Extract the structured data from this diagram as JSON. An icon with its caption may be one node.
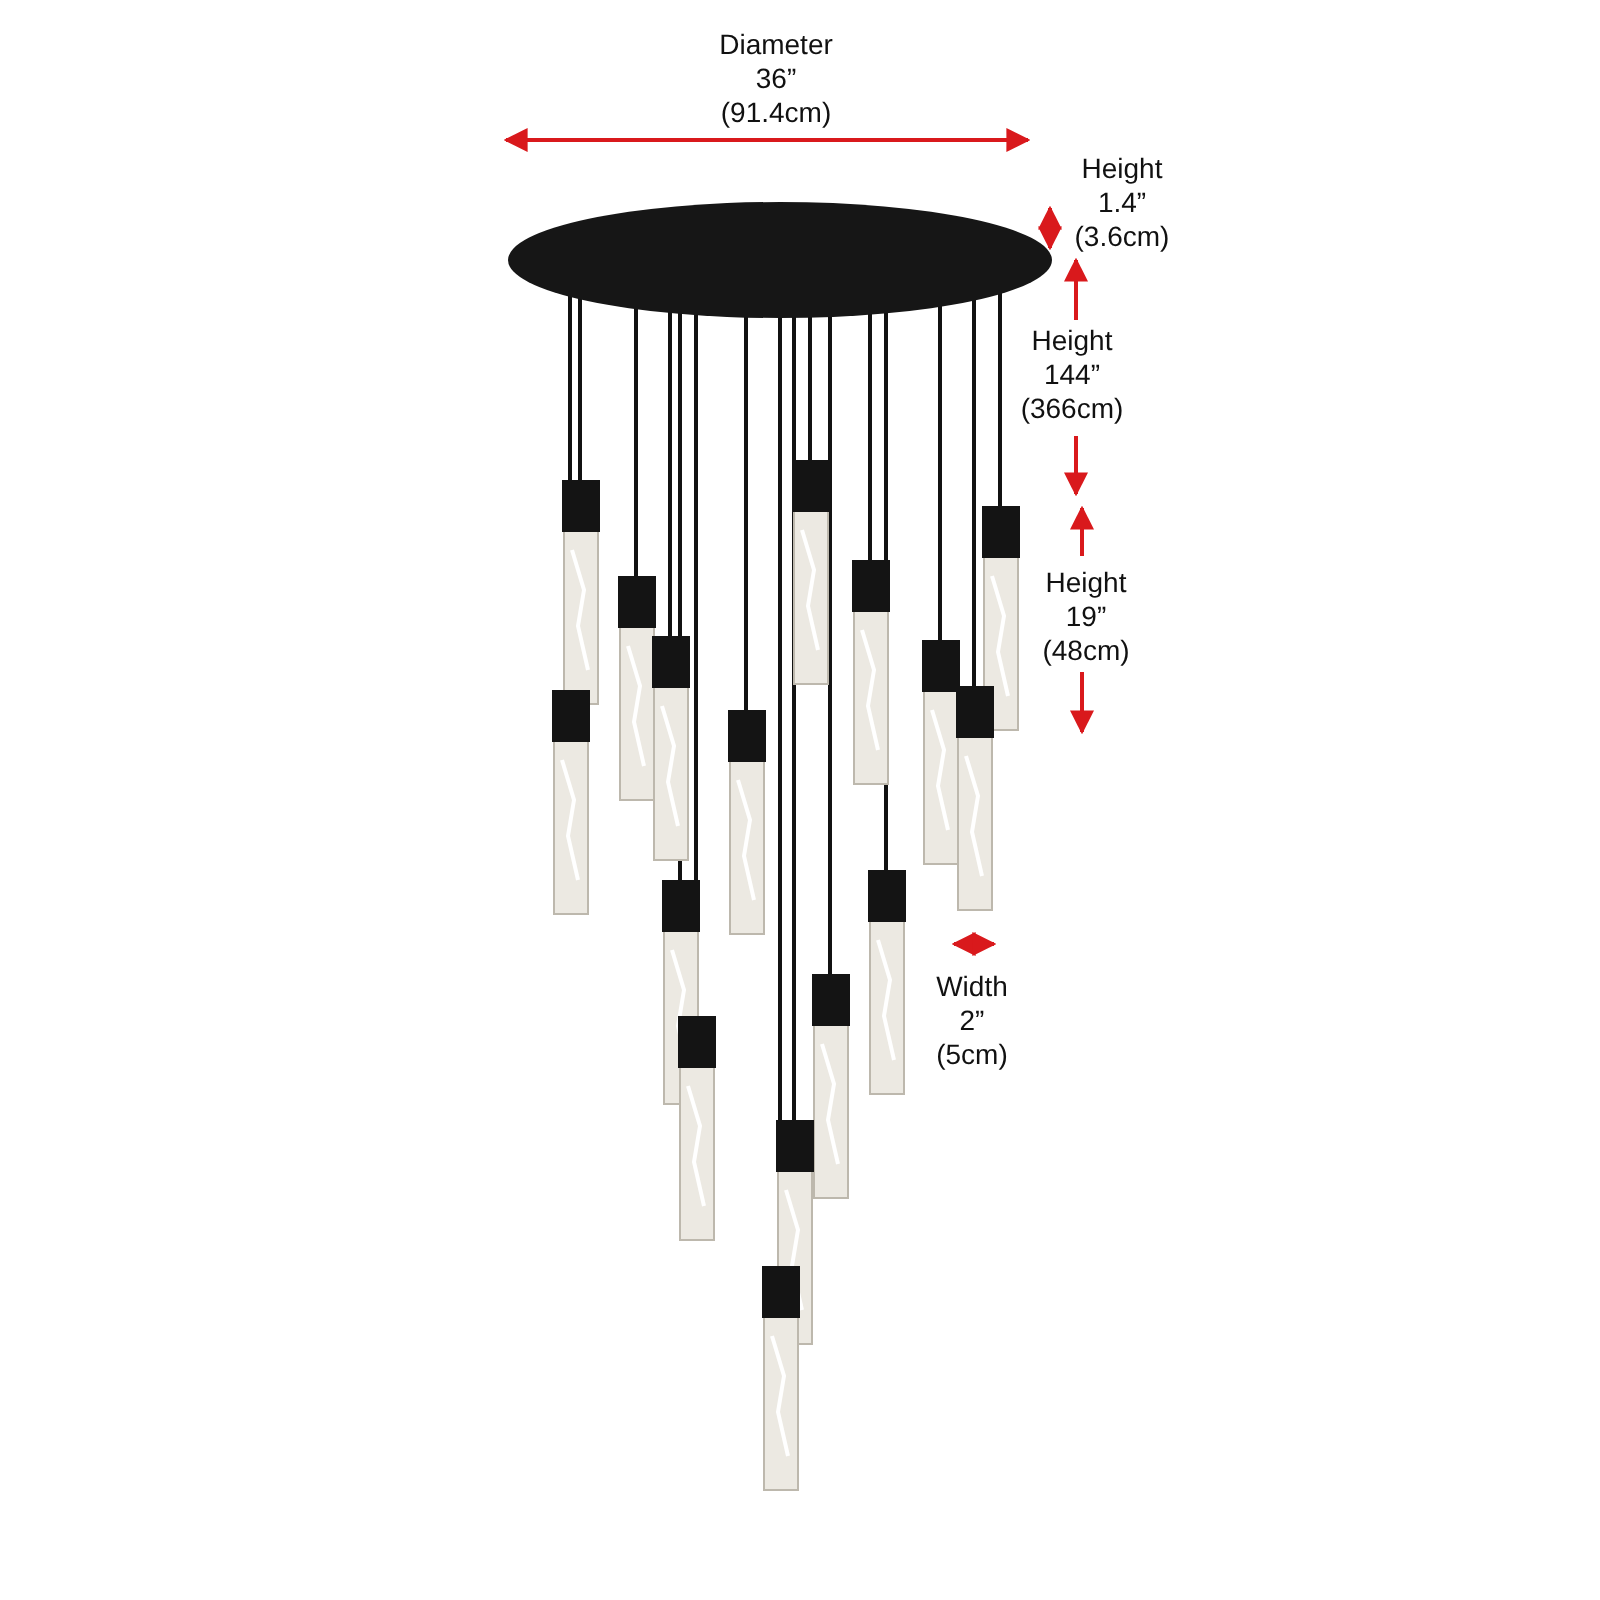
{
  "diagram": {
    "labels": [
      "Diameter 36” (91.4cm)",
      "Height 1.4” (3.6cm)",
      "Height 144” (366cm)",
      "Height 19” (48cm)",
      "Width 2” (5cm)"
    ]
  }
}
